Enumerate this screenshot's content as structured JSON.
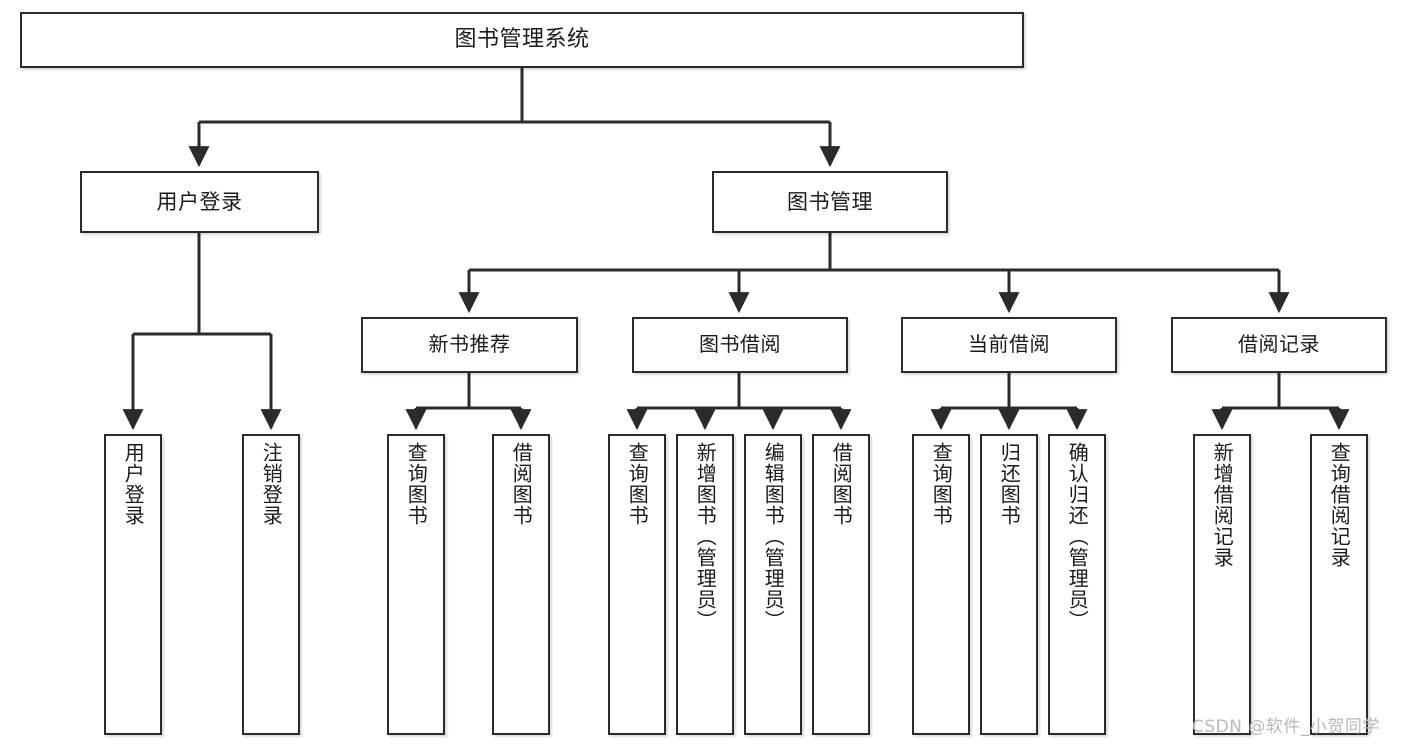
{
  "diagram": {
    "type": "tree-hierarchy-chart",
    "title": "图书管理系统",
    "watermark": "CSDN @软件_小贺同学",
    "colors": {
      "stroke": "#2b2b2b",
      "fill": "#ffffff",
      "text": "#1b1b1b",
      "watermark": "#b9b9b9"
    },
    "nodes": {
      "root": {
        "label": "图书管理系统",
        "level": 0
      },
      "user_login": {
        "label": "用户登录",
        "level": 1
      },
      "book_manage": {
        "label": "图书管理",
        "level": 1
      },
      "new_book_rec": {
        "label": "新书推荐",
        "level": 2
      },
      "book_borrow": {
        "label": "图书借阅",
        "level": 2
      },
      "current_borrow": {
        "label": "当前借阅",
        "level": 2
      },
      "borrow_record": {
        "label": "借阅记录",
        "level": 2
      },
      "leaf_user_login": {
        "label": "用户登录",
        "level": 3
      },
      "leaf_logout": {
        "label": "注销登录",
        "level": 3
      },
      "leaf_query_book_1": {
        "label": "查询图书",
        "level": 3
      },
      "leaf_borrow_book_1": {
        "label": "借阅图书",
        "level": 3
      },
      "leaf_query_book_2": {
        "label": "查询图书",
        "level": 3
      },
      "leaf_add_book": {
        "label": "新增图书（管理员）",
        "level": 3
      },
      "leaf_edit_book": {
        "label": "编辑图书（管理员）",
        "level": 3
      },
      "leaf_borrow_book_2": {
        "label": "借阅图书",
        "level": 3
      },
      "leaf_query_book_3": {
        "label": "查询图书",
        "level": 3
      },
      "leaf_return_book": {
        "label": "归还图书",
        "level": 3
      },
      "leaf_confirm_return": {
        "label": "确认归还（管理员）",
        "level": 3
      },
      "leaf_add_record": {
        "label": "新增借阅记录",
        "level": 3
      },
      "leaf_query_record": {
        "label": "查询借阅记录",
        "level": 3
      }
    },
    "edges": [
      {
        "from": "root",
        "to": "user_login"
      },
      {
        "from": "root",
        "to": "book_manage"
      },
      {
        "from": "user_login",
        "to": "leaf_user_login"
      },
      {
        "from": "user_login",
        "to": "leaf_logout"
      },
      {
        "from": "book_manage",
        "to": "new_book_rec"
      },
      {
        "from": "book_manage",
        "to": "book_borrow"
      },
      {
        "from": "book_manage",
        "to": "current_borrow"
      },
      {
        "from": "book_manage",
        "to": "borrow_record"
      },
      {
        "from": "new_book_rec",
        "to": "leaf_query_book_1"
      },
      {
        "from": "new_book_rec",
        "to": "leaf_borrow_book_1"
      },
      {
        "from": "book_borrow",
        "to": "leaf_query_book_2"
      },
      {
        "from": "book_borrow",
        "to": "leaf_add_book"
      },
      {
        "from": "book_borrow",
        "to": "leaf_edit_book"
      },
      {
        "from": "book_borrow",
        "to": "leaf_borrow_book_2"
      },
      {
        "from": "current_borrow",
        "to": "leaf_query_book_3"
      },
      {
        "from": "current_borrow",
        "to": "leaf_return_book"
      },
      {
        "from": "current_borrow",
        "to": "leaf_confirm_return"
      },
      {
        "from": "borrow_record",
        "to": "leaf_add_record"
      },
      {
        "from": "borrow_record",
        "to": "leaf_query_record"
      }
    ]
  }
}
